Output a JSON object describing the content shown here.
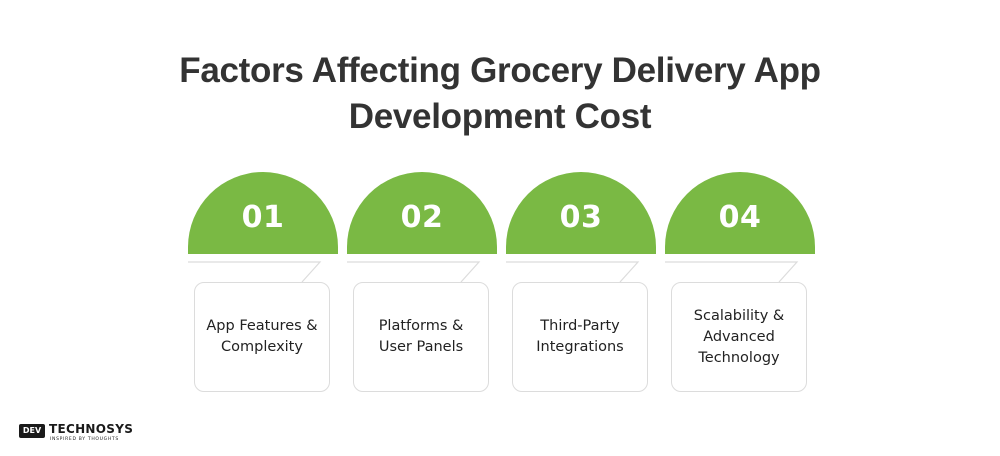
{
  "title": {
    "line1": "Factors Affecting Grocery Delivery App",
    "line2": "Development Cost"
  },
  "factors": [
    {
      "number": "01",
      "label": "App Features & Complexity"
    },
    {
      "number": "02",
      "label": "Platforms & User Panels"
    },
    {
      "number": "03",
      "label": "Third-Party Integrations"
    },
    {
      "number": "04",
      "label": "Scalability & Advanced Technology"
    }
  ],
  "logo": {
    "mark": "DEV",
    "wordmark": "TECHNOSYS",
    "tagline": "INSPIRED BY THOUGHTS"
  },
  "colors": {
    "accent_green": "#7ab944",
    "title_text": "#333333",
    "box_border": "#dcdcdc"
  }
}
